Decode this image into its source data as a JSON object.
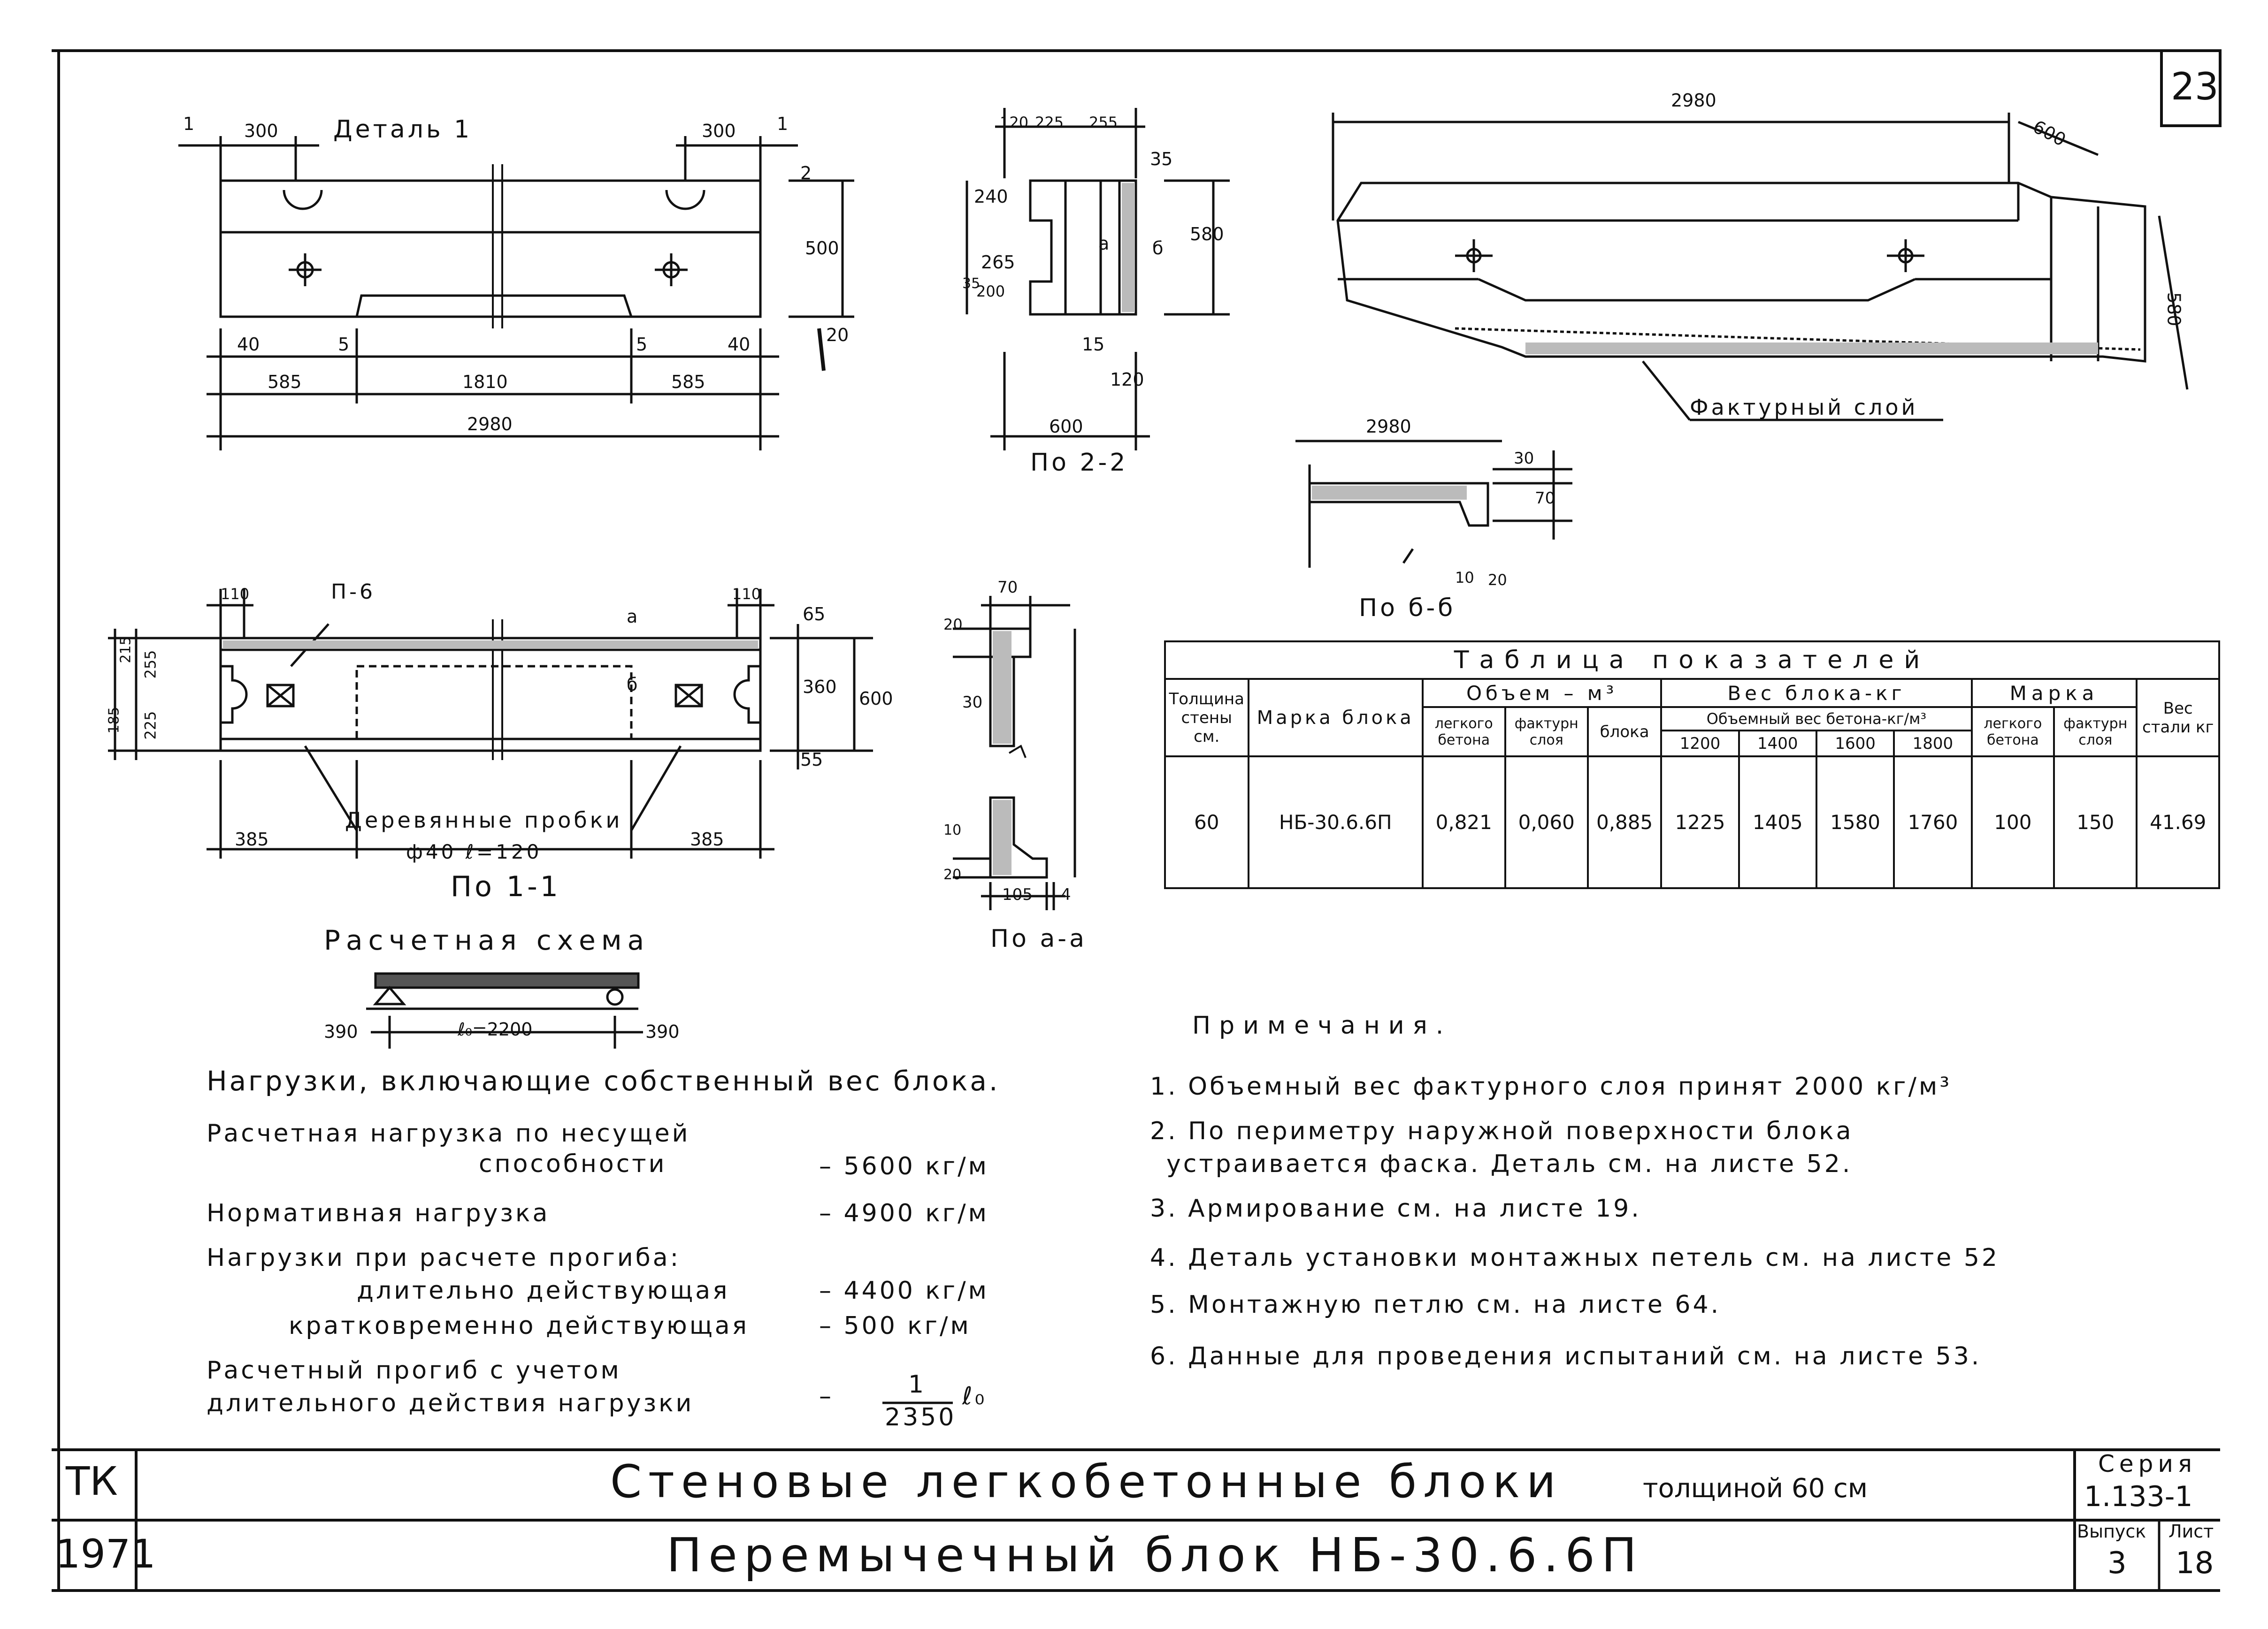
{
  "sheet": {
    "page_number": "23"
  },
  "views": {
    "elevation": {
      "detail_label": "Деталь 1",
      "marker_1_left": "1",
      "marker_1_right": "1",
      "dims": {
        "d300_left": "300",
        "d300_right": "300",
        "d500": "500",
        "d2": "2",
        "d40_left": "40",
        "d5_left": "5",
        "d5_right": "5",
        "d40_right": "40",
        "d585_left": "585",
        "d1810": "1810",
        "d585_right": "585",
        "d2980": "2980",
        "d20": "20"
      }
    },
    "section_2_2": {
      "title": "По 2-2",
      "dims": {
        "d120": "120",
        "d225": "225",
        "d255": "255",
        "d35": "35",
        "d240": "240",
        "d580": "580",
        "d265": "265",
        "d35b": "35",
        "d200": "200",
        "d15": "15",
        "d120b": "120",
        "d600": "600"
      },
      "marks": {
        "a": "a",
        "b": "б"
      }
    },
    "iso": {
      "d2980": "2980",
      "d600": "600",
      "d580": "580",
      "layer_label": "Фактурный слой"
    },
    "section_b_b": {
      "title": "По б-б",
      "d2980": "2980",
      "d30": "30",
      "d70": "70",
      "d10": "10",
      "d20": "20"
    },
    "plan": {
      "title": "По 1-1",
      "p6_label": "П-6",
      "plugs_label": "Деревянные пробки",
      "plugs_spec": "ф40 ℓ=120",
      "dims": {
        "d110_left": "110",
        "d110_right": "110",
        "d65": "65",
        "d360": "360",
        "d55": "55",
        "d600": "600",
        "d215": "215",
        "d255": "255",
        "d225": "225",
        "d185": "185",
        "d385_left": "385",
        "d385_right": "385"
      },
      "marks": {
        "a": "a",
        "b": "б"
      }
    },
    "section_a_a": {
      "title": "По а-а",
      "d70": "70",
      "d20_top": "20",
      "d30": "30",
      "d10": "10",
      "d20_bot": "20",
      "d105": "105",
      "d4": "4"
    },
    "calc_scheme": {
      "title": "Расчетная схема",
      "d390_left": "390",
      "span": "ℓ₀=2200",
      "d390_right": "390"
    }
  },
  "loads": {
    "heading": "Нагрузки, включающие собственный вес блока.",
    "design_load_l1": "Расчетная нагрузка по несущей",
    "design_load_l2": "способности",
    "design_load_value": "– 5600 кг/м",
    "normative_load": "Нормативная нагрузка",
    "normative_load_value": "– 4900 кг/м",
    "deflection_heading": "Нагрузки при расчете прогиба:",
    "long_term": "длительно действующая",
    "long_term_value": "– 4400 кг/м",
    "short_term": "кратковременно действующая",
    "short_term_value": "– 500 кг/м",
    "deflection_l1": "Расчетный прогиб с учетом",
    "deflection_l2": "длительного действия нагрузки",
    "deflection_dash": "–",
    "deflection_num": "1",
    "deflection_den": "2350",
    "deflection_l0": "ℓ₀"
  },
  "table": {
    "title": "Таблица показателей",
    "h_wall": "Толщина стены см.",
    "h_mark": "Марка блока",
    "h_volume": "Объем – м³",
    "h_v_light": "легкого бетона",
    "h_v_facing": "фактурн слоя",
    "h_v_block": "блока",
    "h_weight": "Вес блока-кг",
    "h_weight_sub": "Объемный вес бетона-кг/м³",
    "h_density": [
      "1200",
      "1400",
      "1600",
      "1800"
    ],
    "h_grade": "Марка",
    "h_g_light": "легкого бетона",
    "h_g_facing": "фактурн слоя",
    "h_steel": "Вес стали кг",
    "row": {
      "wall": "60",
      "mark": "НБ-30.6.6П",
      "v_light": "0,821",
      "v_facing": "0,060",
      "v_block": "0,885",
      "w1200": "1225",
      "w1400": "1405",
      "w1600": "1580",
      "w1800": "1760",
      "g_light": "100",
      "g_facing": "150",
      "steel": "41.69"
    }
  },
  "notes": {
    "heading": "Примечания.",
    "items": [
      "1. Объемный вес фактурного слоя принят 2000 кг/м³",
      "2. По периметру наружной поверхности блока",
      "устраивается фаска. Деталь см. на листе 52.",
      "3. Армирование см. на листе 19.",
      "4. Деталь установки монтажных петель см. на листе 52",
      "5. Монтажную петлю см. на листе 64.",
      "6. Данные для проведения испытаний см. на листе 53."
    ]
  },
  "title_block": {
    "org": "ТК",
    "year": "1971",
    "title_main": "Стеновые легкобетонные блоки",
    "title_thickness": "толщиной 60 см",
    "subtitle": "Перемычечный блок НБ-30.6.6П",
    "series_label": "Серия",
    "series_value": "1.133-1",
    "issue_label": "Выпуск",
    "issue_value": "3",
    "sheet_label": "Лист",
    "sheet_value": "18"
  }
}
